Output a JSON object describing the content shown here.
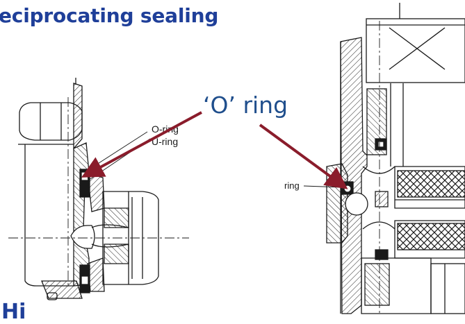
{
  "slide": {
    "title": "eciprocating sealing",
    "callout": "‘O’ ring",
    "bottom_text": "Hi"
  },
  "left_drawing": {
    "label_o_ring": "O-ring",
    "label_u_ring": "U-ring"
  },
  "right_drawing": {
    "label_ring": "ring"
  },
  "colors": {
    "title": "#1f3f99",
    "callout": "#1f4e8c",
    "arrow": "#8a1c2b",
    "line_art": "#1a1a1a"
  }
}
